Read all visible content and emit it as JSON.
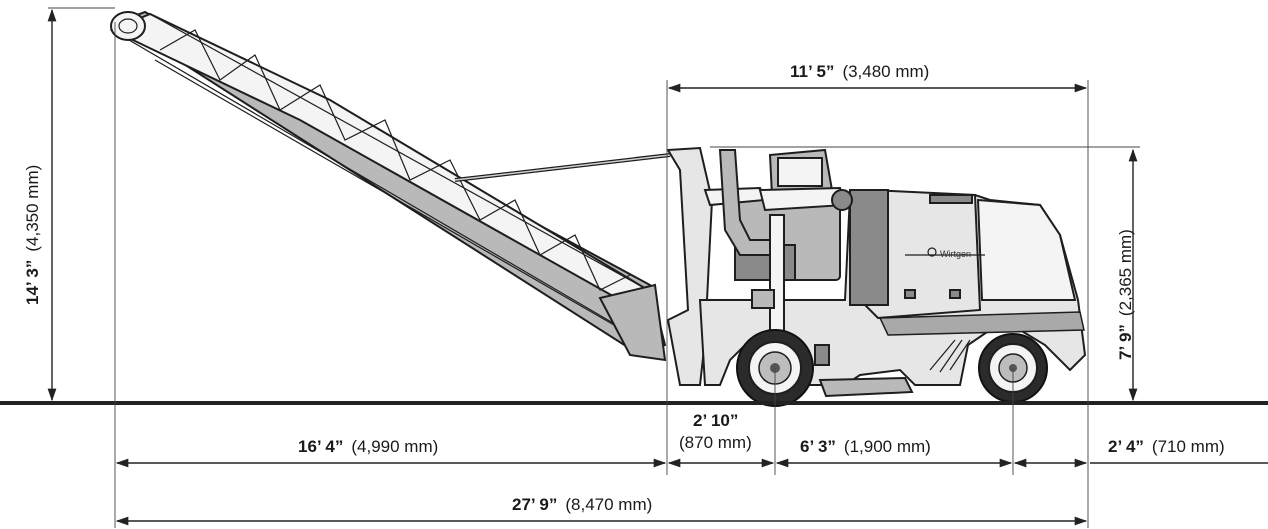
{
  "brand": "Wirtgen",
  "colors": {
    "line": "#222222",
    "body": "#e6e6e6",
    "shade": "#8a8a8a",
    "background": "#ffffff"
  },
  "dimensions": {
    "total_height": {
      "imperial": "14’ 3”",
      "metric": "(4,350 mm)"
    },
    "machine_height": {
      "imperial": "7’ 9”",
      "metric": "(2,365 mm)"
    },
    "top_length": {
      "imperial": "11’ 5”",
      "metric": "(3,480 mm)"
    },
    "conveyor_length": {
      "imperial": "16’ 4”",
      "metric": "(4,990 mm)"
    },
    "front_overhang": {
      "imperial": "2’ 10”",
      "metric": "(870 mm)"
    },
    "wheelbase": {
      "imperial": "6’ 3”",
      "metric": "(1,900 mm)"
    },
    "rear_overhang": {
      "imperial": "2’ 4”",
      "metric": "(710 mm)"
    },
    "total_length": {
      "imperial": "27’ 9”",
      "metric": "(8,470 mm)"
    }
  }
}
